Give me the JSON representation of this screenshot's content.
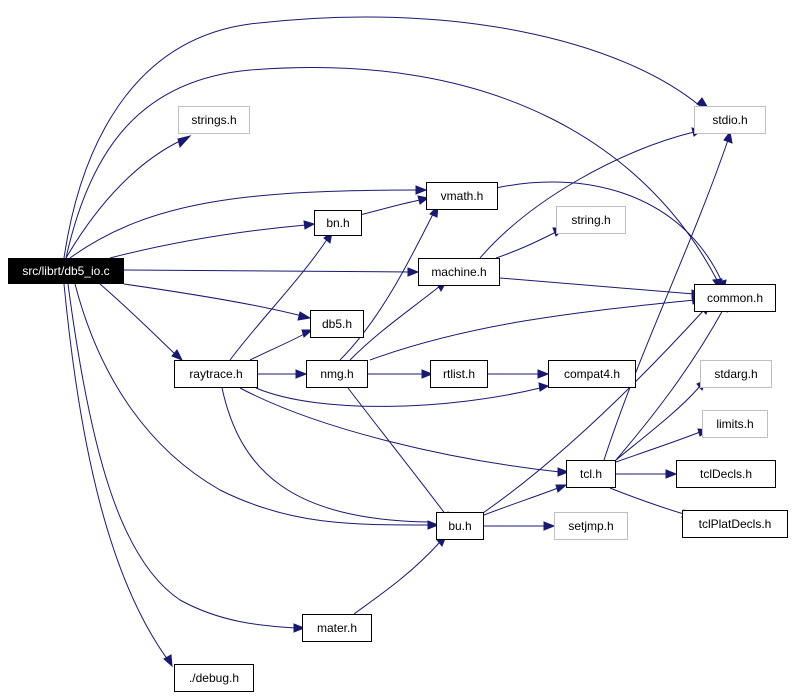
{
  "colors": {
    "edge": "#191970",
    "root_fill": "#000000",
    "root_text": "#ffffff",
    "border": "#000000",
    "external_border": "#bfbfbf"
  },
  "nodes": {
    "db5_io": "src/librt/db5_io.c",
    "strings": "strings.h",
    "stdio": "stdio.h",
    "vmath": "vmath.h",
    "bn": "bn.h",
    "string": "string.h",
    "machine": "machine.h",
    "common": "common.h",
    "db5": "db5.h",
    "raytrace": "raytrace.h",
    "nmg": "nmg.h",
    "rtlist": "rtlist.h",
    "compat4": "compat4.h",
    "stdarg": "stdarg.h",
    "limits": "limits.h",
    "tcl": "tcl.h",
    "tclDecls": "tclDecls.h",
    "tclPlatDecls": "tclPlatDecls.h",
    "bu": "bu.h",
    "setjmp": "setjmp.h",
    "mater": "mater.h",
    "debug": "./debug.h"
  }
}
